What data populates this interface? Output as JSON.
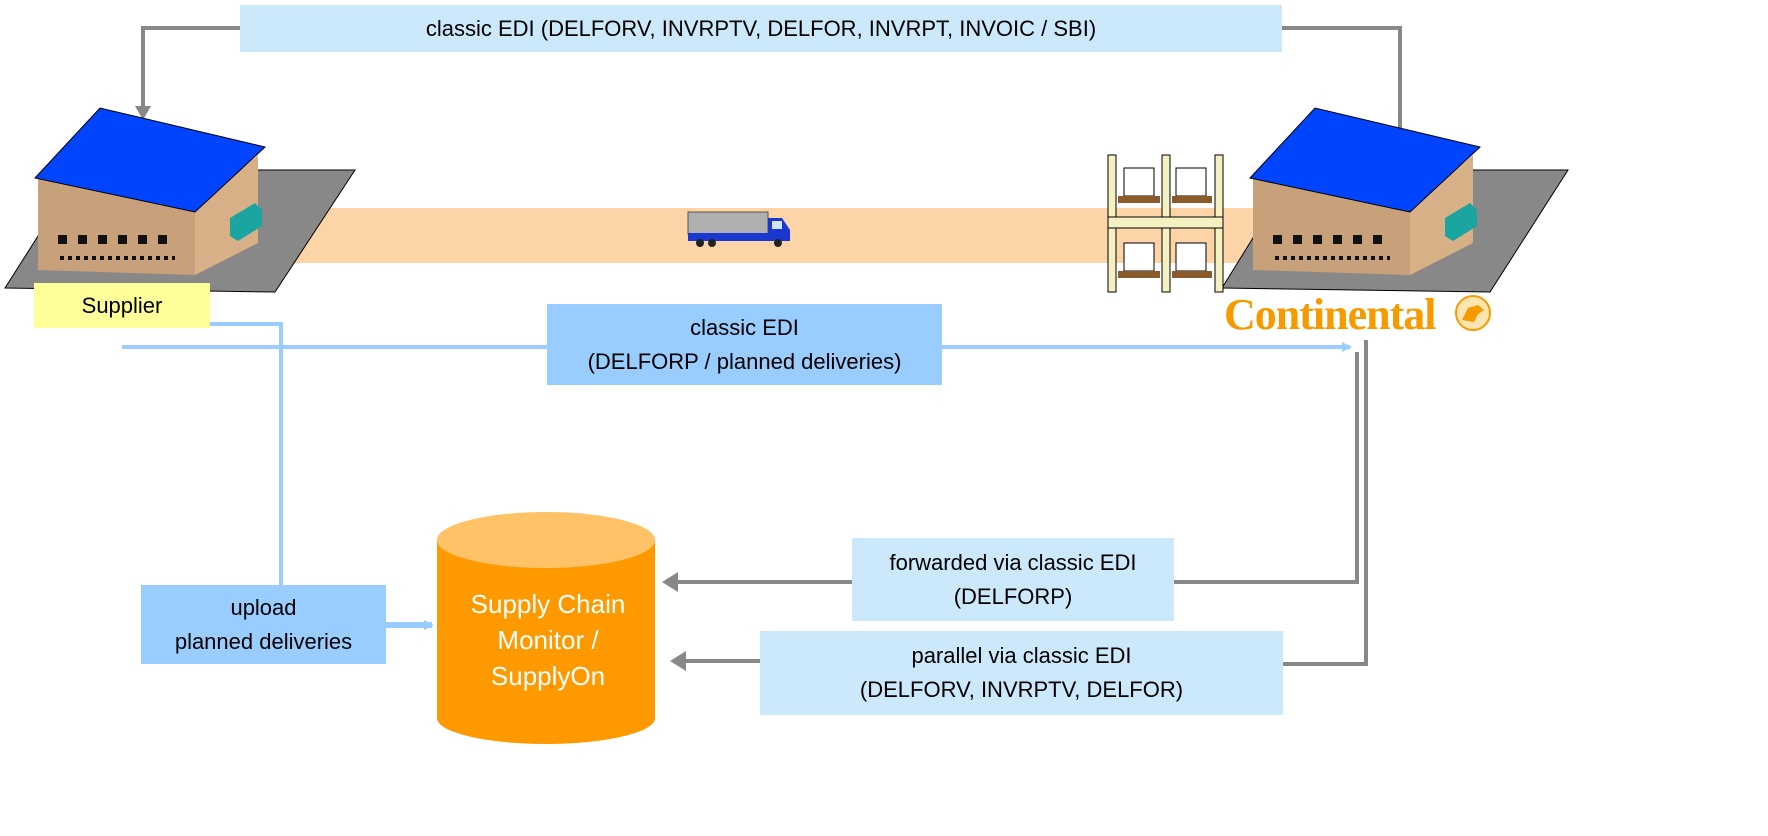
{
  "top_message": "classic EDI (DELFORV, INVRPTV, DELFOR, INVRPT, INVOIC / SBI)",
  "supplier_label": "Supplier",
  "customer_logo": "Continental",
  "classic_edi_box": {
    "line1": "classic EDI",
    "line2": "(DELFORP / planned deliveries)"
  },
  "forwarded_box": {
    "line1": "forwarded via classic EDI",
    "line2": "(DELFORP)"
  },
  "parallel_box": {
    "line1": "parallel via classic EDI",
    "line2": "(DELFORV, INVRPTV, DELFOR)"
  },
  "upload_box": {
    "line1": "upload",
    "line2": "planned deliveries"
  },
  "database": {
    "line1": "Supply Chain",
    "line2": "Monitor /",
    "line3": "SupplyOn"
  },
  "colors": {
    "light_blue": "#cce8fb",
    "mid_blue": "#99ccff",
    "roof_blue": "#0044ff",
    "wall_brown": "#c8a07a",
    "road_peach": "#fdd3a8",
    "db_orange": "#ff9900",
    "arrow_gray": "#888888",
    "supplier_yellow": "#ffff99",
    "continental_orange": "#f59b00"
  },
  "icons": [
    "supplier-warehouse-icon",
    "customer-warehouse-icon",
    "truck-icon",
    "pallet-rack-icon",
    "continental-horse-icon",
    "database-icon"
  ]
}
